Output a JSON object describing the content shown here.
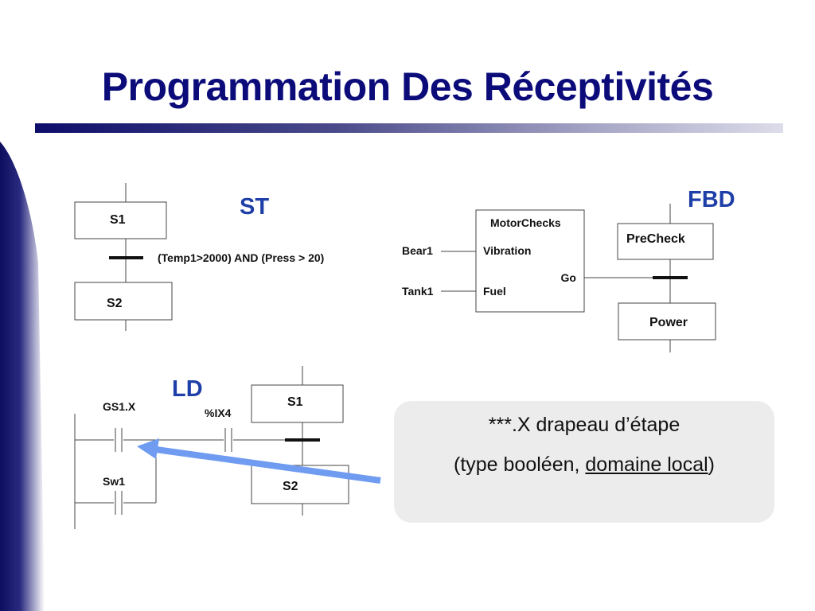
{
  "slide": {
    "title": "Programmation Des Réceptivités"
  },
  "st": {
    "label": "ST",
    "step_top": "S1",
    "step_bottom": "S2",
    "condition": "(Temp1>2000) AND (Press > 20)"
  },
  "fbd": {
    "label": "FBD",
    "block_name": "MotorChecks",
    "input_1_pin": "Vibration",
    "input_2_pin": "Fuel",
    "output_pin": "Go",
    "input_1_signal": "Bear1",
    "input_2_signal": "Tank1",
    "step_top": "PreCheck",
    "step_bottom": "Power"
  },
  "ld": {
    "label": "LD",
    "contact_1": "GS1.X",
    "contact_2": "%IX4",
    "contact_3": "Sw1",
    "step_top": "S1",
    "step_bottom": "S2"
  },
  "note": {
    "line1": "***.X drapeau d’étape",
    "line2_prefix": "(type booléen, ",
    "line2_underlined": "domaine local",
    "line2_suffix": ")"
  },
  "colors": {
    "title": "#0b0b7a",
    "section_label": "#1f3fa8",
    "arrow": "#6f9bf0",
    "note_background": "#ececec"
  }
}
